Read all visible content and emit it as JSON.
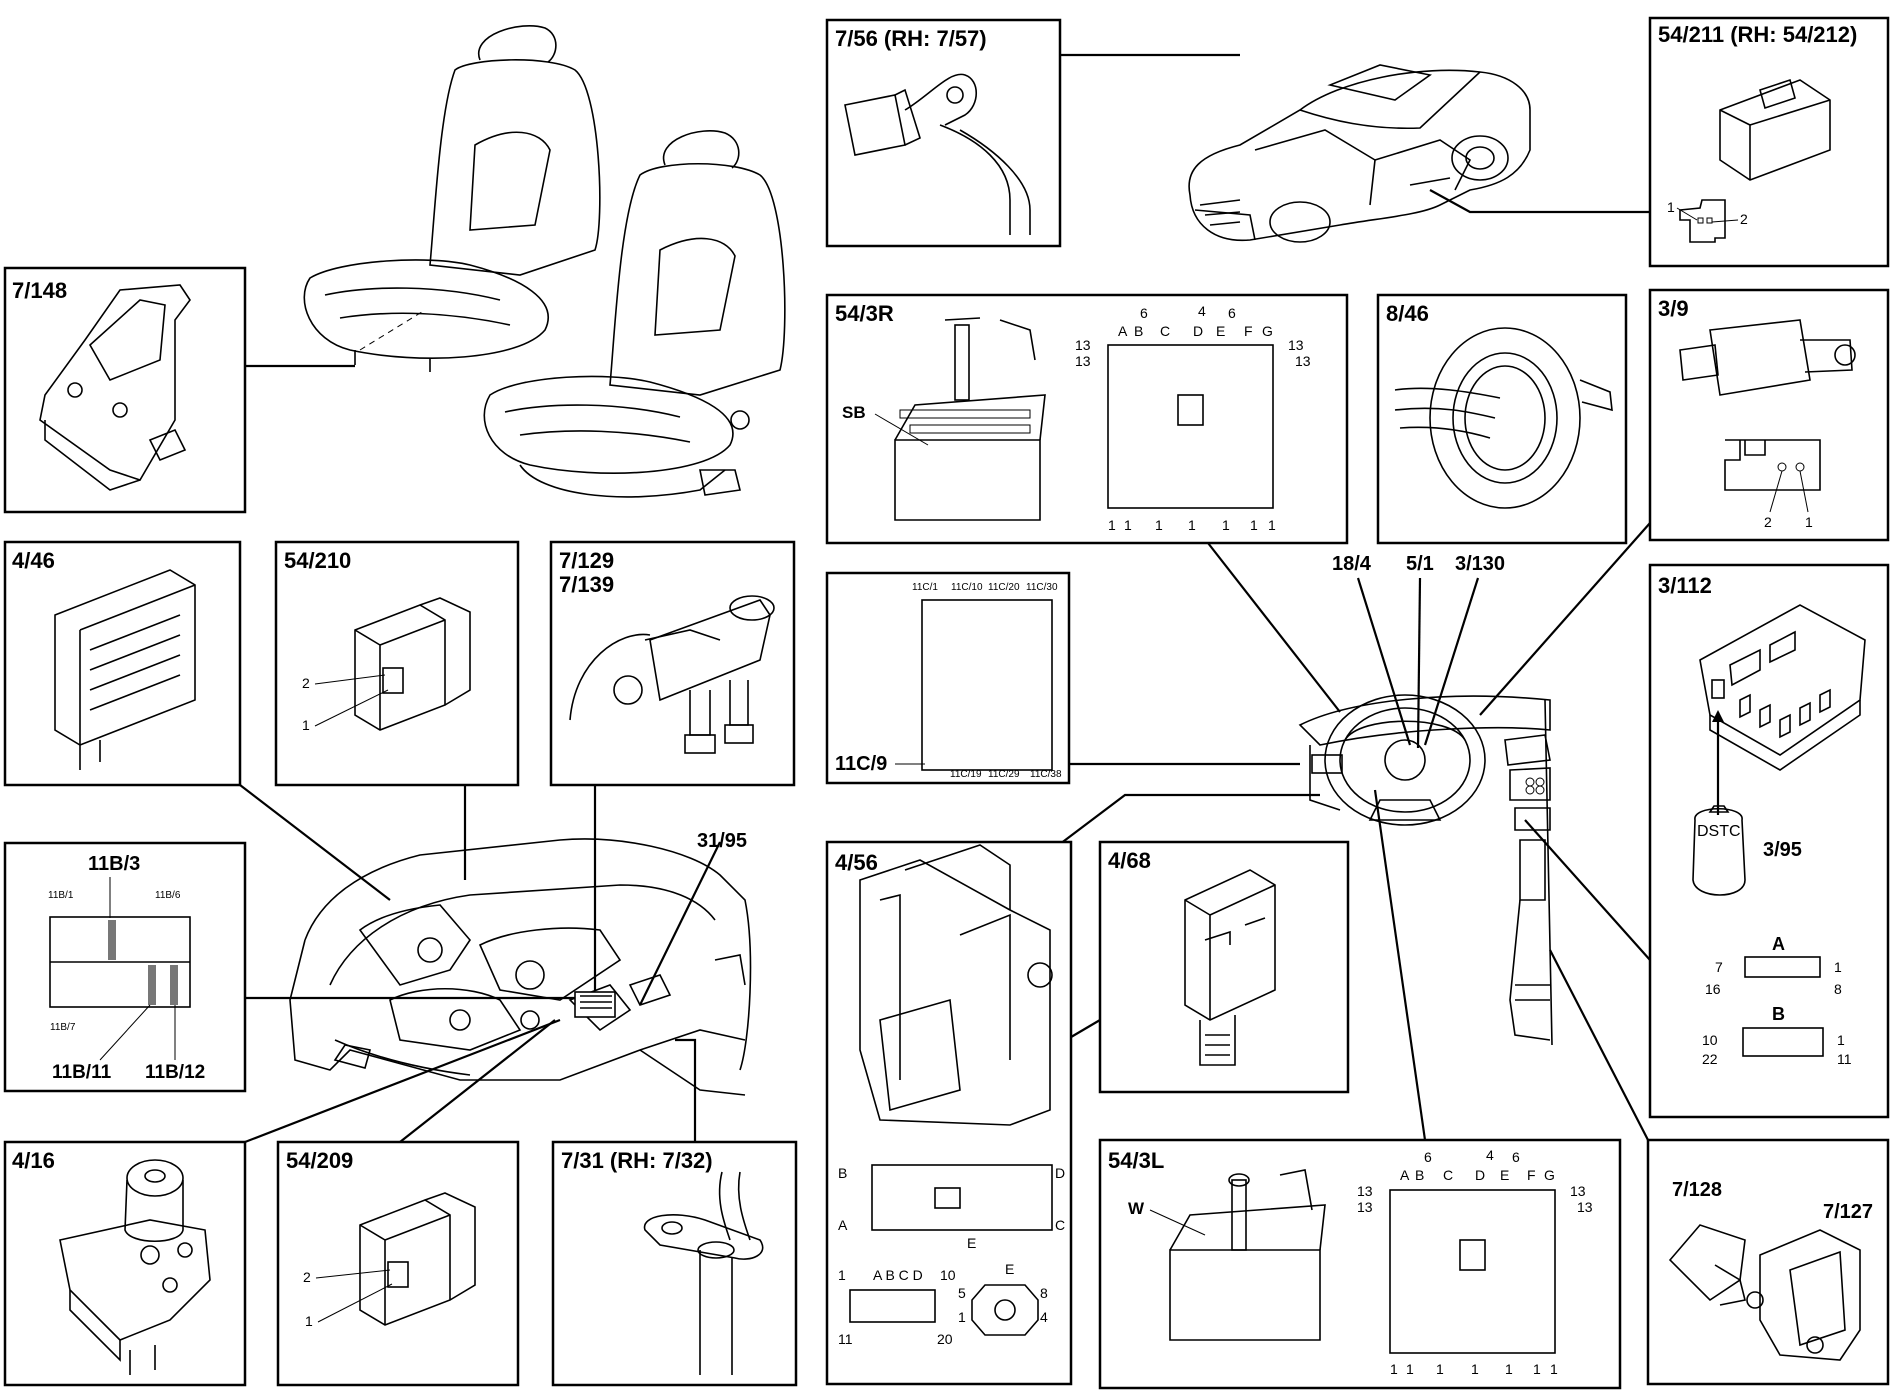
{
  "diagram": {
    "panels": {
      "p_756": "7/56 (RH: 7/57)",
      "p_54211": "54/211 (RH: 54/212)",
      "p_7148": "7/148",
      "p_543r": "54/3R",
      "p_846": "8/46",
      "p_39": "3/9",
      "p_446": "4/46",
      "p_54210": "54/210",
      "p_7129": "7/129",
      "p_7139": "7/139",
      "p_11c9": "11C/9",
      "p_3112": "3/112",
      "p_11b3": "11B/3",
      "p_456": "4/56",
      "p_468": "4/68",
      "p_416": "4/16",
      "p_54209": "54/209",
      "p_731": "7/31 (RH: 7/32)",
      "p_543l": "54/3L",
      "p_7128": "7/128",
      "p_7127": "7/127"
    },
    "callouts": {
      "c_184": "18/4",
      "c_51": "5/1",
      "c_3130": "3/130",
      "c_3195": "31/95",
      "c_395": "3/95",
      "c_11c9": "11C/9",
      "c_11b11": "11B/11",
      "c_11b12": "11B/12"
    },
    "pins": {
      "one": "1",
      "two": "2",
      "four": "4",
      "five": "5",
      "six": "6",
      "seven": "7",
      "eight": "8",
      "ten": "10",
      "eleven": "11",
      "thirteen": "13",
      "sixteen": "16",
      "twenty": "20",
      "twentytwo": "22"
    },
    "letters": {
      "a": "A",
      "b": "B",
      "c": "C",
      "d": "D",
      "e": "E",
      "f": "F",
      "g": "G",
      "abcd": "A B C D",
      "sb": "SB",
      "w": "W"
    },
    "fuse_labels": {
      "f11c1": "11C/1",
      "f11c10": "11C/10",
      "f11c20": "11C/20",
      "f11c30": "11C/30",
      "f11c19": "11C/19",
      "f11c29": "11C/29",
      "f11c38": "11C/38",
      "f11b1": "11B/1",
      "f11b6": "11B/6",
      "f11b7": "11B/7"
    },
    "key_text": "DSTC"
  }
}
